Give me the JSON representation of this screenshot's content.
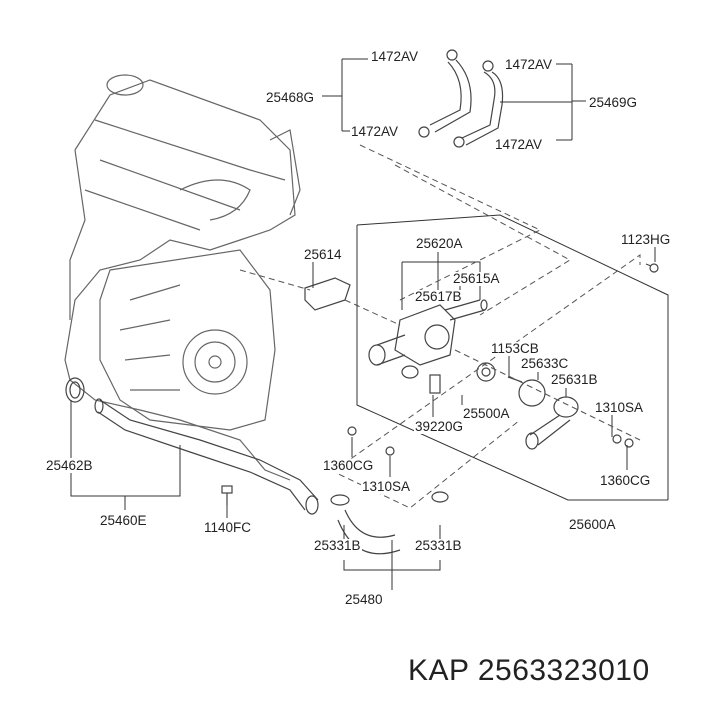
{
  "diagram": {
    "labels": {
      "hose_clamp_top_left": "1472AV",
      "hose_clamp_top_right": "1472AV",
      "hose_left": "25468G",
      "hose_right": "25469G",
      "hose_clamp_bottom_left": "1472AV",
      "hose_clamp_bottom_right": "1472AV",
      "gasket": "25614",
      "housing_assy": "25620A",
      "bolt_top_right": "1123HG",
      "pipe_a": "25615A",
      "pipe_b": "25617B",
      "stud": "1153CB",
      "thermostat_gasket": "25633C",
      "thermostat_cover": "25631B",
      "thermostat": "25500A",
      "nut_right": "1310SA",
      "sensor": "39220G",
      "nut_left_a": "1360CG",
      "nut_left_b": "1310SA",
      "nut_right_b": "1360CG",
      "o_ring": "25462B",
      "inlet_pipe": "25460E",
      "bolt_bottom": "1140FC",
      "assy_total": "25600A",
      "clamp_left": "25331B",
      "clamp_right": "25331B",
      "lower_hose": "25480"
    }
  },
  "caption": "KAP 2563323010"
}
